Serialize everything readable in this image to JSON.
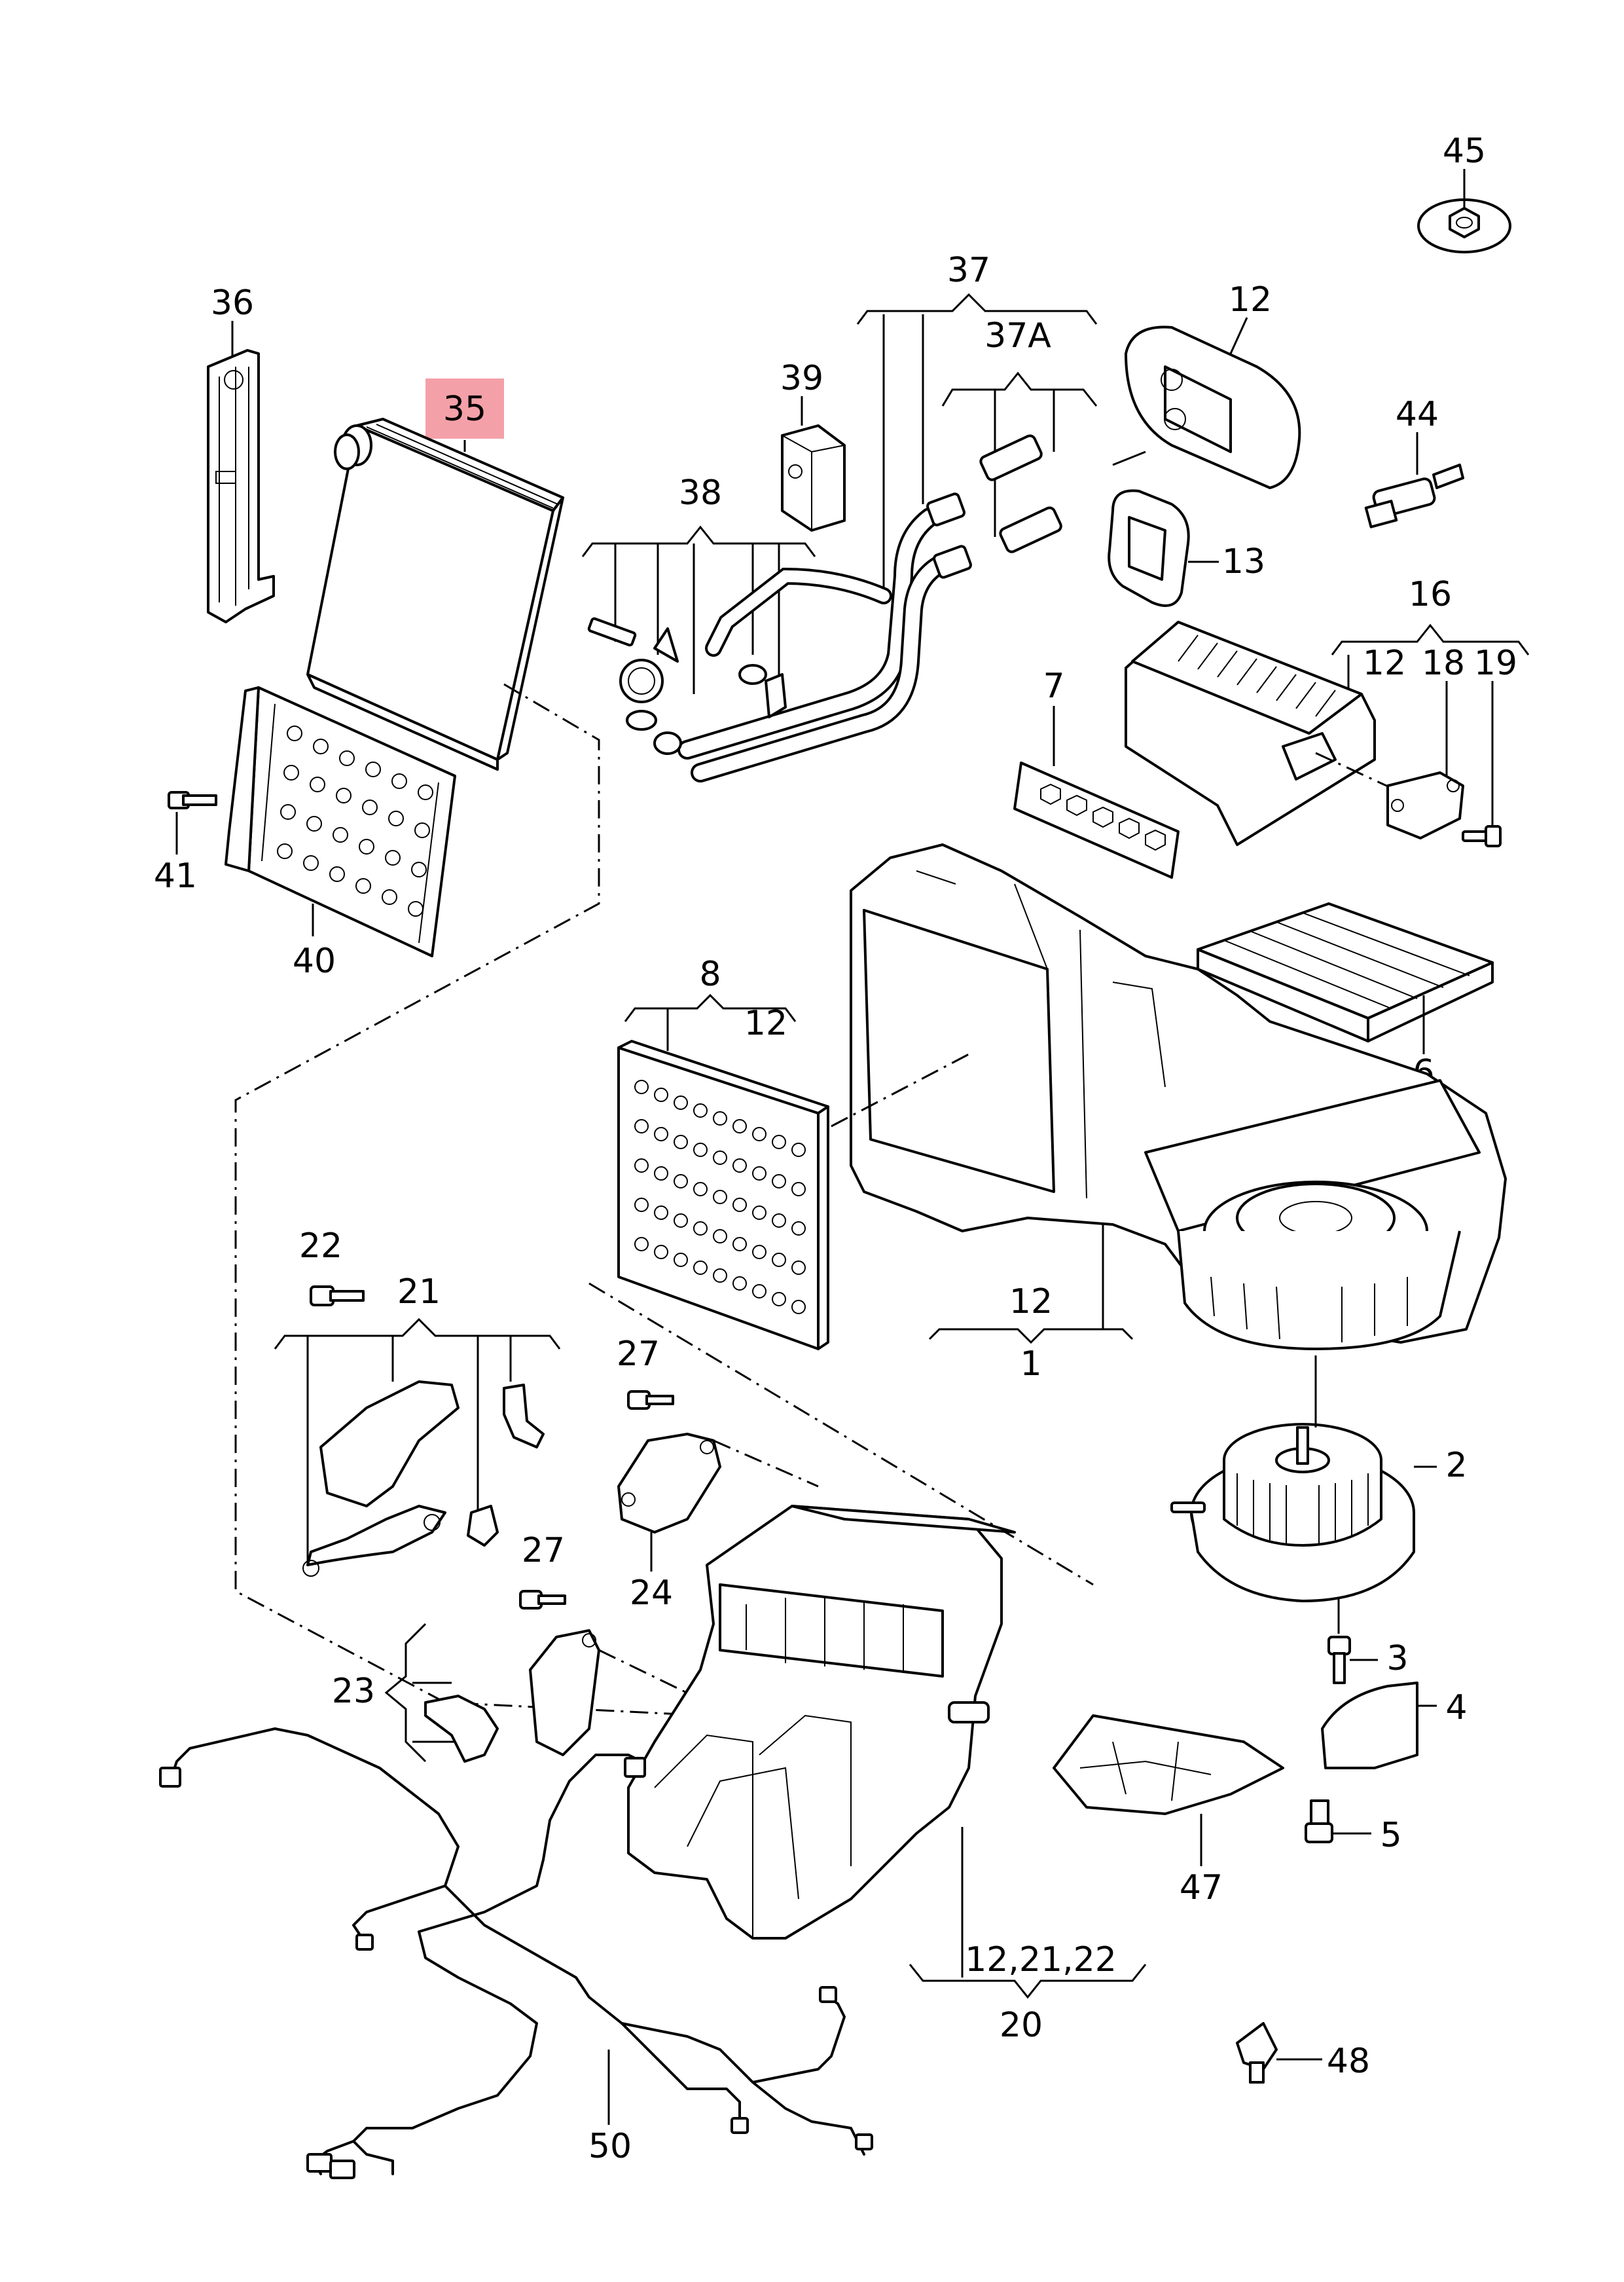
{
  "labels": {
    "p1": "1",
    "p2": "2",
    "p3": "3",
    "p4": "4",
    "p5": "5",
    "p6": "6",
    "p7": "7",
    "p8": "8",
    "p12_a": "12",
    "p12_b": "12",
    "p12_c": "12",
    "p12_d": "12",
    "p13": "13",
    "p16": "16",
    "p18": "18",
    "p19": "19",
    "p20": "20",
    "p20_sub": "12,21,22",
    "p21": "21",
    "p22": "22",
    "p23": "23",
    "p24": "24",
    "p27_a": "27",
    "p27_b": "27",
    "p35": "35",
    "p36": "36",
    "p37": "37",
    "p37a": "37A",
    "p38": "38",
    "p39": "39",
    "p40": "40",
    "p41": "41",
    "p44": "44",
    "p45": "45",
    "p47": "47",
    "p48": "48",
    "p50": "50"
  },
  "highlight": {
    "part": "35",
    "color": "#f4a0a8"
  }
}
